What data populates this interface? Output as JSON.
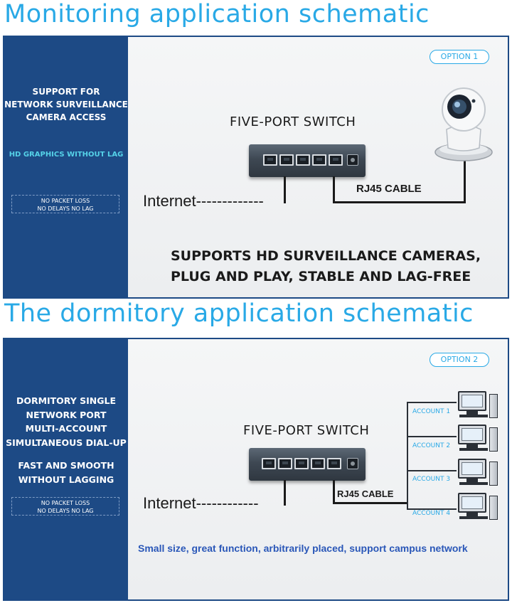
{
  "section1": {
    "heading": "Monitoring application schematic",
    "sidebar": {
      "line1": "SUPPORT FOR\nNETWORK SURVEILLANCE\nCAMERA ACCESS",
      "line2": "HD GRAPHICS WITHOUT LAG",
      "box_line1": "NO PACKET LOSS",
      "box_line2": "NO DELAYS NO LAG"
    },
    "option": "OPTION 1",
    "switch_title": "FIVE-PORT SWITCH",
    "internet": "Internet-------------",
    "cable": "RJ45 CABLE",
    "supports_line1": "SUPPORTS HD SURVEILLANCE CAMERAS,",
    "supports_line2": "PLUG AND PLAY, STABLE AND LAG-FREE"
  },
  "section2": {
    "heading": "The dormitory application schematic",
    "sidebar": {
      "line1": "DORMITORY SINGLE\nNETWORK PORT\nMULTI-ACCOUNT\nSIMULTANEOUS DIAL-UP",
      "line2": "FAST AND SMOOTH\nWITHOUT LAGGING",
      "box_line1": "NO PACKET LOSS",
      "box_line2": "NO DELAYS  NO LAG"
    },
    "option": "OPTION 2",
    "switch_title": "FIVE-PORT SWITCH",
    "internet": "Internet------------",
    "cable": "RJ45 CABLE",
    "accounts": [
      "ACCOUNT 1",
      "ACCOUNT 2",
      "ACCOUNT 3",
      "ACCOUNT 4"
    ],
    "caption": "Small size, great function, arbitrarily placed, support campus network"
  },
  "colors": {
    "heading": "#29a9e6",
    "sidebar_bg": "#1d4a85",
    "cyan_text": "#55d2e8",
    "caption_blue": "#2a57b8"
  },
  "icons": [
    "ethernet-switch-icon",
    "camera-icon",
    "desktop-computer-icon"
  ]
}
